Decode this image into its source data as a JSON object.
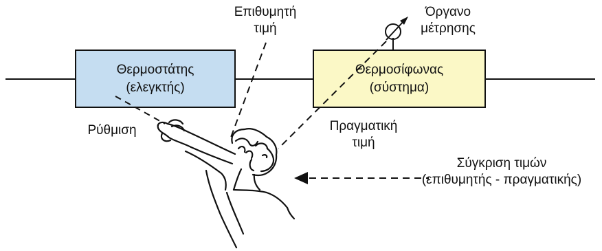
{
  "colors": {
    "controller_fill": "#c5ddf1",
    "system_fill": "#fbf8c6",
    "stroke": "#111111"
  },
  "controller_box": {
    "line1": "Θερμοστάτης",
    "line2": "(ελεγκτής)"
  },
  "system_box": {
    "line1": "Θερμοσίφωνας",
    "line2": "(σύστημα)"
  },
  "labels": {
    "desired_value": {
      "line1": "Επιθυμητή",
      "line2": "τιμή"
    },
    "measuring_instrument": {
      "line1": "Όργανο",
      "line2": "μέτρησης"
    },
    "adjustment": "Ρύθμιση",
    "actual_value": {
      "line1": "Πραγματική",
      "line2": "τιμή"
    },
    "comparison": {
      "line1": "Σύγκριση τιμών",
      "line2": "(επιθυμητής - πραγματικής)"
    }
  },
  "icons": {
    "meter": "meter-icon",
    "person": "person-icon",
    "arrow": "arrow-left-icon"
  }
}
